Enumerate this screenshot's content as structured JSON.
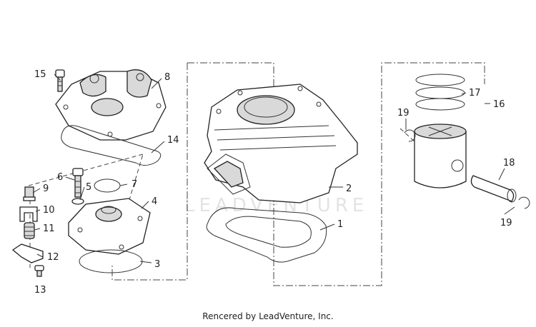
{
  "diagram": {
    "callouts": {
      "c1": "1",
      "c2": "2",
      "c3": "3",
      "c4": "4",
      "c5": "5",
      "c6": "6",
      "c7": "7",
      "c8": "8",
      "c9": "9",
      "c10": "10",
      "c11": "11",
      "c12": "12",
      "c13": "13",
      "c14": "14",
      "c15": "15",
      "c16": "16",
      "c17": "17",
      "c18": "18",
      "c19a": "19",
      "c19b": "19"
    },
    "watermark": "LEADVENTURE"
  },
  "footer": {
    "text": "Rencered by LeadVenture, Inc."
  }
}
